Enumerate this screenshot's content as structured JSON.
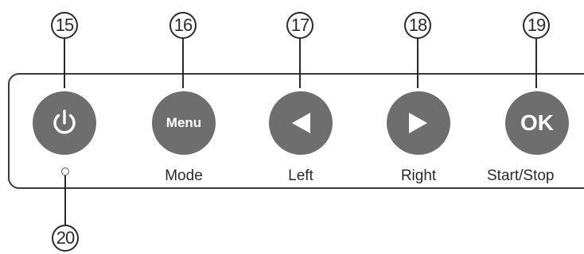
{
  "callouts": {
    "power": "15",
    "mode": "16",
    "left": "17",
    "right": "18",
    "ok": "19",
    "led": "20"
  },
  "buttons": {
    "mode_face": "Menu",
    "ok_face": "OK"
  },
  "labels": {
    "mode": "Mode",
    "left": "Left",
    "right": "Right",
    "ok": "Start/Stop"
  },
  "icons": {
    "power": "power-icon",
    "left": "left-triangle-icon",
    "right": "right-triangle-icon",
    "led": "led-indicator-icon"
  },
  "colors": {
    "button_fill": "#6e6e6e",
    "outline": "#3a3a3a"
  }
}
